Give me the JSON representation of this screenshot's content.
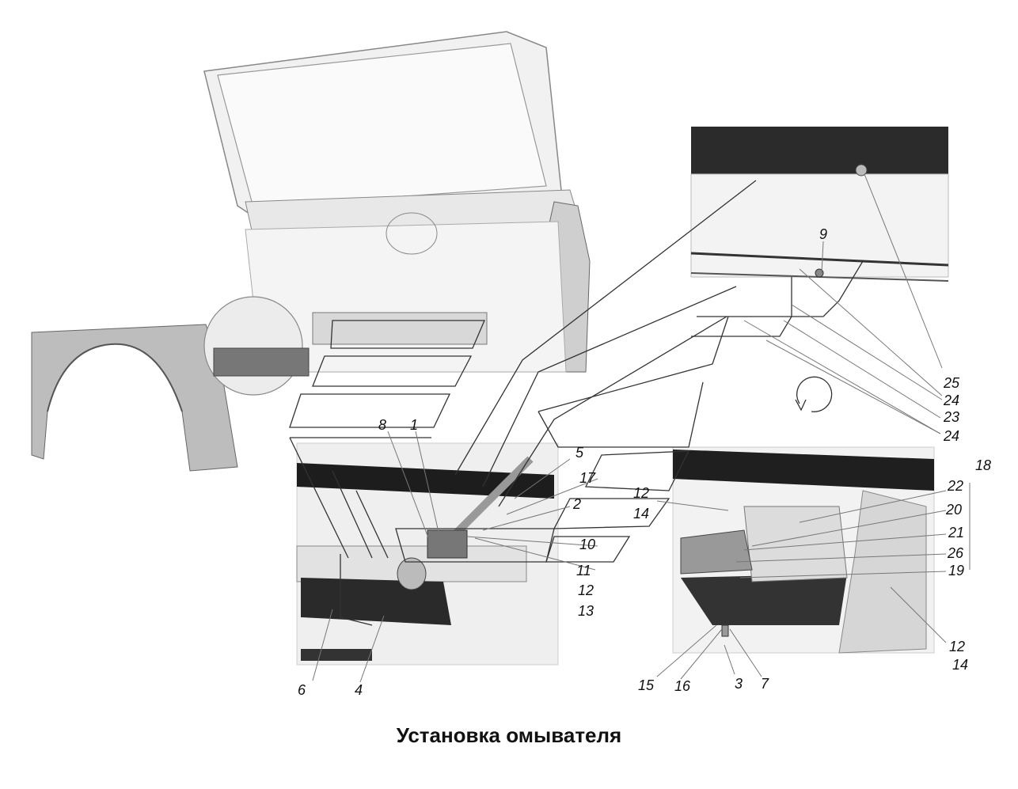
{
  "title": "Установка омывателя",
  "callouts": [
    "1",
    "2",
    "3",
    "4",
    "5",
    "6",
    "7",
    "8",
    "9",
    "10",
    "11",
    "12",
    "12",
    "12",
    "12",
    "13",
    "14",
    "14",
    "15",
    "16",
    "17",
    "18",
    "19",
    "20",
    "21",
    "22",
    "23",
    "24",
    "24",
    "25",
    "26"
  ]
}
